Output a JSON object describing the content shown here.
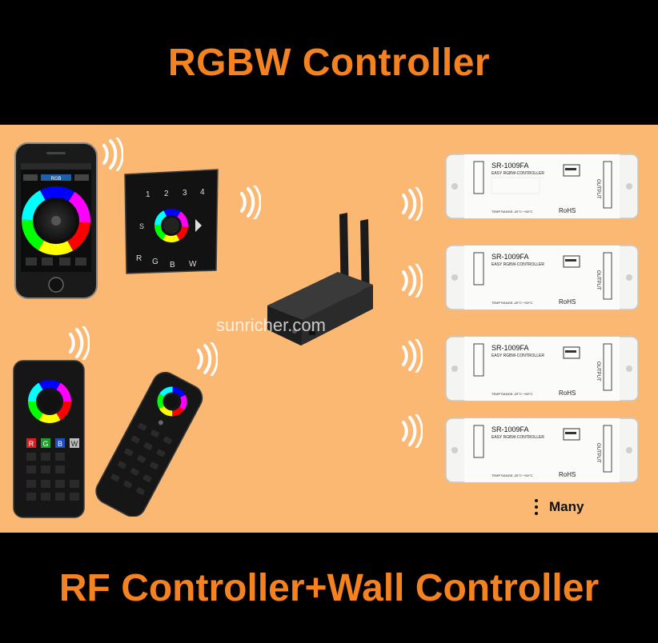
{
  "header": {
    "title": "RGBW Controller"
  },
  "footer": {
    "title": "RF Controller+Wall Controller"
  },
  "watermark": "sunricher.com",
  "controllers": [
    {
      "model": "SR-1009FA",
      "subtitle": "EASY RGBW-CONTROLLER",
      "output_label": "OUTPUT",
      "rohs": "RoHS",
      "temp": "TEMP RANGE:-20°C~+50°C"
    },
    {
      "model": "SR-1009FA",
      "subtitle": "EASY RGBW-CONTROLLER",
      "output_label": "OUTPUT",
      "rohs": "RoHS",
      "temp": "TEMP RANGE:-20°C~+50°C"
    },
    {
      "model": "SR-1009FA",
      "subtitle": "EASY RGBW-CONTROLLER",
      "output_label": "OUTPUT",
      "rohs": "RoHS",
      "temp": "TEMP RANGE:-20°C~+50°C"
    },
    {
      "model": "SR-1009FA",
      "subtitle": "EASY RGBW-CONTROLLER",
      "output_label": "OUTPUT",
      "rohs": "RoHS",
      "temp": "TEMP RANGE:-20°C~+50°C"
    }
  ],
  "wall_panel": {
    "zones": [
      "1",
      "2",
      "3",
      "4"
    ],
    "channels": [
      "R",
      "G",
      "B",
      "W"
    ],
    "s_label": "S"
  },
  "phone": {
    "app_mode": "RGB"
  },
  "remote_keys": {
    "rgbw": [
      "R",
      "G",
      "B",
      "W"
    ]
  },
  "many_label": "Many",
  "colors": {
    "accent": "#f58220",
    "scene_bg": "#fbb873",
    "band": "#000000"
  }
}
